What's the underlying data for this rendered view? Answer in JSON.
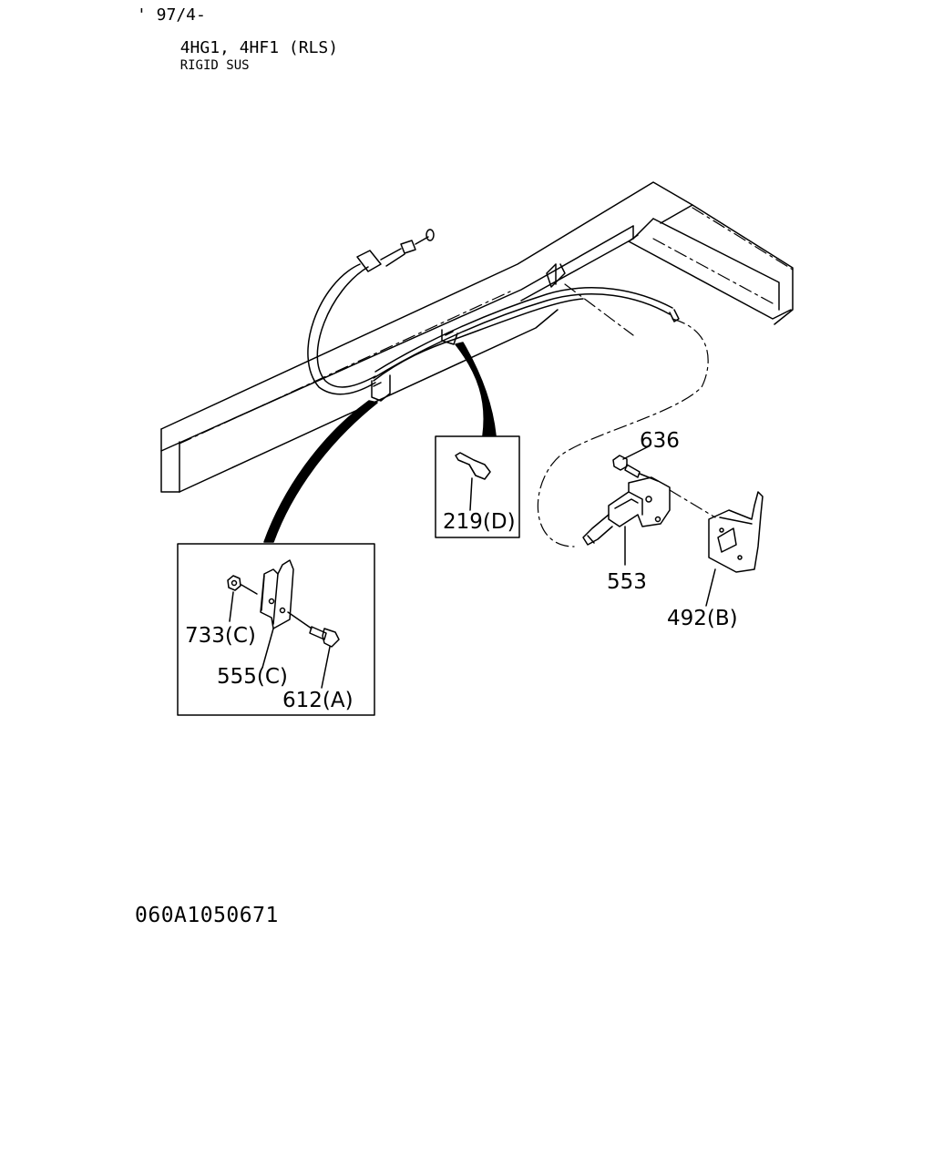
{
  "header": {
    "line1": "' 97/4-",
    "line2": "4HG1, 4HF1 (RLS)",
    "line2_suffix": "RIGID SUS"
  },
  "callouts": {
    "p636": "636",
    "p553": "553",
    "p492": "492(B)",
    "p219": "219(D)",
    "p733": "733(C)",
    "p555": "555(C)",
    "p612": "612(A)"
  },
  "footer": {
    "code": "060A1050671"
  },
  "colors": {
    "line": "#000000",
    "background": "#ffffff"
  }
}
